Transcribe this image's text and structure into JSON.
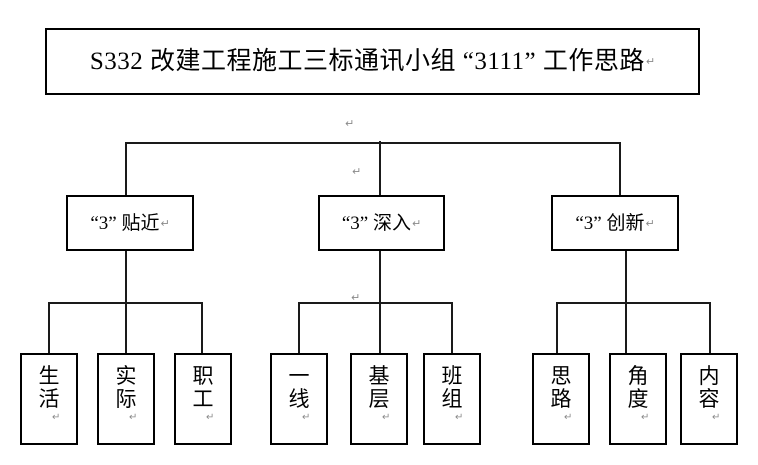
{
  "document": {
    "title": "S332 改建工程施工三标通讯小组 “3111” 工作思路",
    "return_mark": "↵",
    "line_color": "#1a1a1a",
    "box_border_color": "#000000",
    "background_color": "#ffffff",
    "mark_color": "#8a8a8a"
  },
  "root": {
    "label": "S332 改建工程施工三标通讯小组 “3111” 工作思路",
    "return_mark": "↵"
  },
  "branches": [
    {
      "label": "“3” 贴近",
      "return_mark": "↵",
      "children": [
        {
          "label": "生活",
          "return_mark": "↵"
        },
        {
          "label": "实际",
          "return_mark": "↵"
        },
        {
          "label": "职工",
          "return_mark": "↵"
        }
      ]
    },
    {
      "label": "“3” 深入",
      "return_mark": "↵",
      "children": [
        {
          "label": "一线",
          "return_mark": "↵"
        },
        {
          "label": "基层",
          "return_mark": "↵"
        },
        {
          "label": "班组",
          "return_mark": "↵"
        }
      ]
    },
    {
      "label": "“3” 创新",
      "return_mark": "↵",
      "children": [
        {
          "label": "思路",
          "return_mark": "↵"
        },
        {
          "label": "角度",
          "return_mark": "↵"
        },
        {
          "label": "内容",
          "return_mark": "↵"
        }
      ]
    }
  ],
  "stray_marks": [
    {
      "mark": "↵"
    },
    {
      "mark": "↵"
    },
    {
      "mark": "↵"
    }
  ]
}
